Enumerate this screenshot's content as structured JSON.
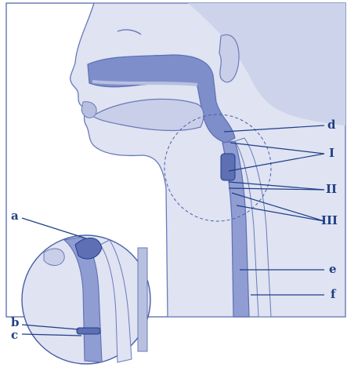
{
  "colors": {
    "ink": "#1f3f86",
    "skin": "#dfe3f2",
    "skin_shade": "#c9cfe8",
    "airway": "#7e8ecb",
    "airway_dark": "#5e6fb3",
    "bone": "#b8c0e0",
    "line": "#4a5fa8"
  },
  "labels": {
    "d": "d",
    "I": "I",
    "II": "II",
    "III": "III",
    "e": "e",
    "f": "f",
    "a": "a",
    "b": "b",
    "c": "c"
  }
}
